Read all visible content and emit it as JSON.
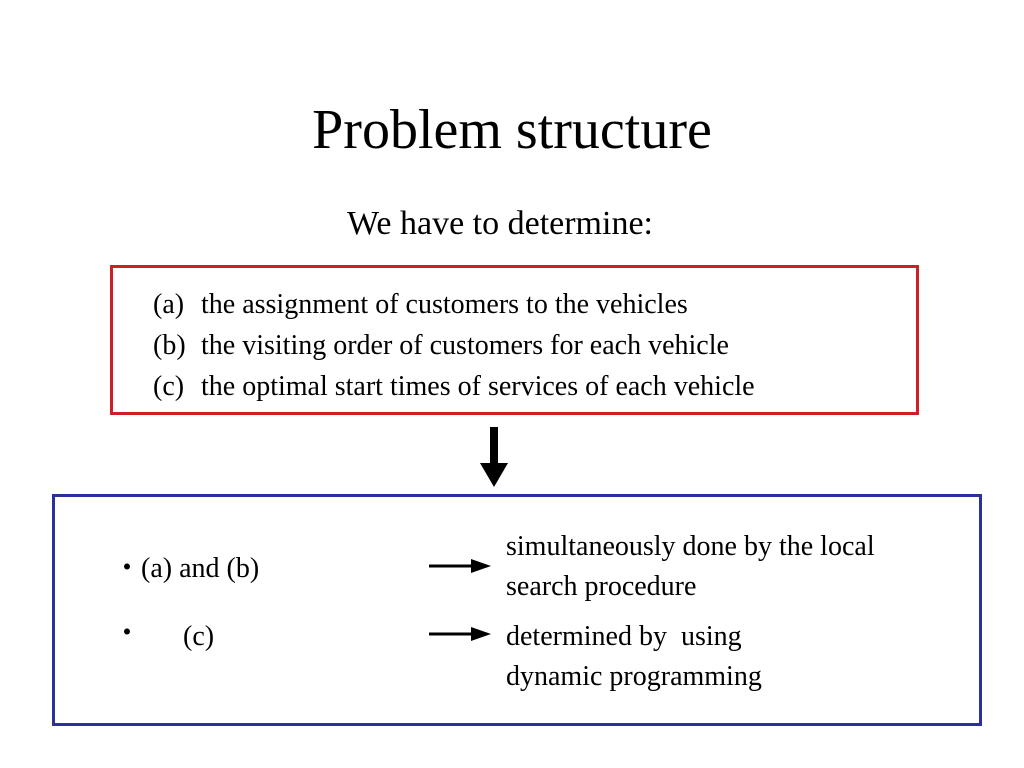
{
  "slide": {
    "title": "Problem structure",
    "subtitle": "We have to determine:"
  },
  "tasks": [
    {
      "marker": "(a)",
      "text": "the assignment of customers to the vehicles"
    },
    {
      "marker": "(b)",
      "text": "the visiting order of customers for each vehicle"
    },
    {
      "marker": "(c)",
      "text": "the optimal start times of services of each vehicle"
    }
  ],
  "methods": [
    {
      "label": "・(a) and (b)",
      "description": [
        "simultaneously done by the local",
        "search procedure"
      ]
    },
    {
      "label_bullet": "・",
      "label": "(c)",
      "description": [
        "determined by  using",
        "dynamic programming"
      ]
    }
  ],
  "colors": {
    "red_box": "#cc1f26",
    "blue_box": "#2d2f9b"
  },
  "icons": {
    "down_arrow": "arrow-down-icon",
    "right_arrow": "arrow-right-icon"
  }
}
